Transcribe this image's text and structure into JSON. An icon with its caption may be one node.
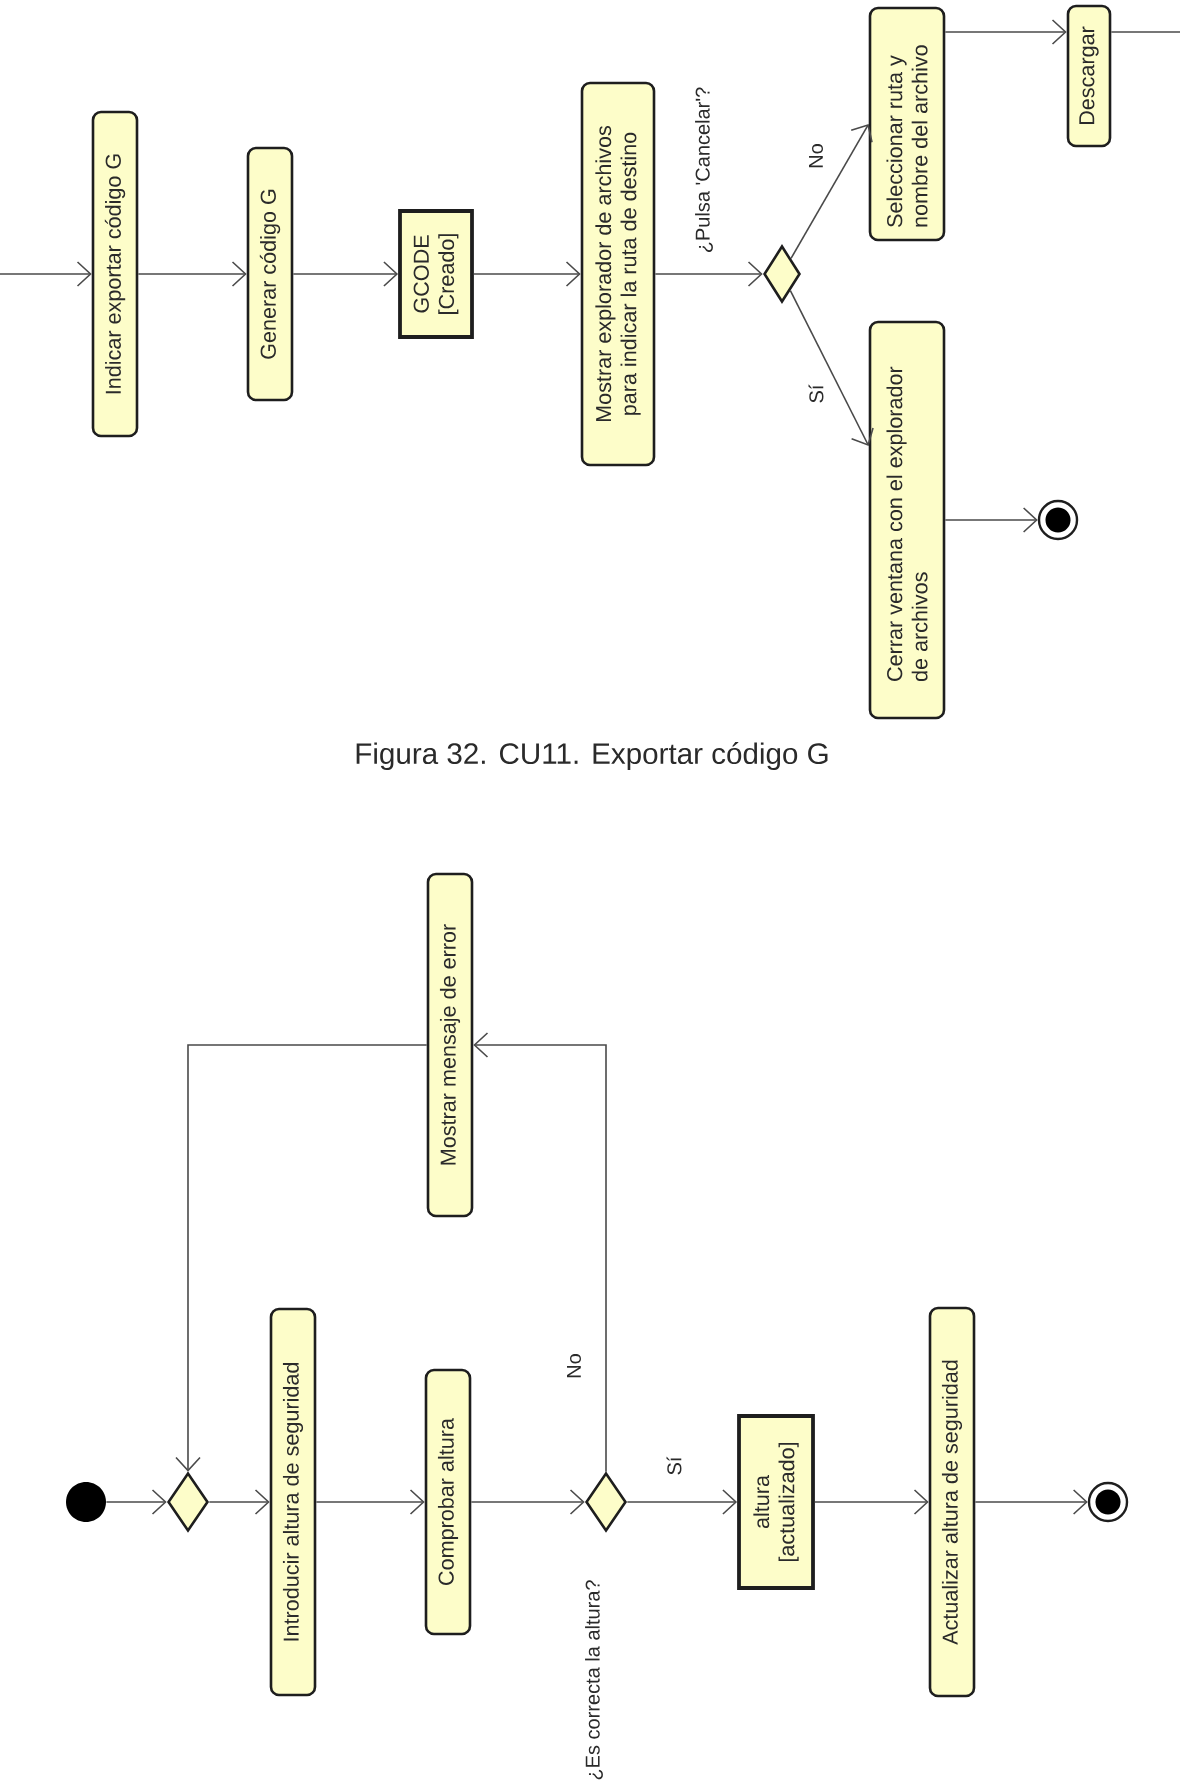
{
  "diagram": {
    "caption": "Figura 32. CU11. Exportar código G",
    "nodes": [
      {
        "text": [
          "Indicar exportar código G"
        ]
      },
      {
        "text": [
          "Generar código G"
        ]
      },
      {
        "text": [
          "GCODE",
          "[Creado]"
        ]
      },
      {
        "text": [
          "Mostrar explorador de archivos para indicar la ruta de destino"
        ]
      },
      {
        "text": [],
        "shape": "diamond",
        "beside": [
          "¿Pulsa 'Cancelar'?"
        ]
      },
      {
        "text": [
          "Seleccionar ruta y nombre del archivo"
        ]
      },
      {
        "text": [
          "Descargar"
        ]
      },
      {
        "text": [
          "Cerrar ventana con el explorador de archivos"
        ]
      },
      {
        "text": [],
        "shape": "circle"
      },
      {
        "text": [],
        "shape": "circle"
      },
      {
        "text": [],
        "shape": "diamond"
      },
      {
        "text": [
          "Introducir altura de seguridad"
        ]
      },
      {
        "text": [
          "Comprobar altura"
        ]
      },
      {
        "text": [],
        "shape": "diamond",
        "beside": [
          "¿Es correcta la altura?"
        ]
      },
      {
        "text": [
          "Mostrar mensaje de error"
        ]
      },
      {
        "text": [
          "altura",
          "[actualizado]"
        ]
      },
      {
        "text": [
          "Actualizar altura de seguridad"
        ]
      },
      {
        "text": [],
        "shape": "circle"
      }
    ],
    "edges": [
      {
        "from": null,
        "to": 0,
        "arrow": "to"
      },
      {
        "from": 0,
        "to": 1,
        "arrow": "to"
      },
      {
        "from": 1,
        "to": 2,
        "arrow": "to"
      },
      {
        "from": 2,
        "to": 3,
        "arrow": "to"
      },
      {
        "from": 3,
        "to": 4,
        "arrow": "to"
      },
      {
        "from": 4,
        "to": 5,
        "arrow": "to",
        "label": "No"
      },
      {
        "from": 4,
        "to": 7,
        "arrow": "to",
        "label": "Sí"
      },
      {
        "from": 5,
        "to": 6,
        "arrow": "to"
      },
      {
        "from": 6,
        "to": null,
        "arrow": "none"
      },
      {
        "from": 7,
        "to": 8,
        "arrow": "to"
      },
      {
        "from": 9,
        "to": 10,
        "arrow": "to"
      },
      {
        "from": 10,
        "to": 11,
        "arrow": "to"
      },
      {
        "from": 11,
        "to": 12,
        "arrow": "to"
      },
      {
        "from": 12,
        "to": 13,
        "arrow": "to"
      },
      {
        "from": 13,
        "to": 14,
        "arrow": "to",
        "label": "No"
      },
      {
        "from": 14,
        "to": 10,
        "arrow": "to"
      },
      {
        "from": 13,
        "to": 15,
        "arrow": "to",
        "label": "Sí"
      },
      {
        "from": 15,
        "to": 16,
        "arrow": "to"
      },
      {
        "from": 16,
        "to": 17,
        "arrow": "to"
      }
    ]
  }
}
